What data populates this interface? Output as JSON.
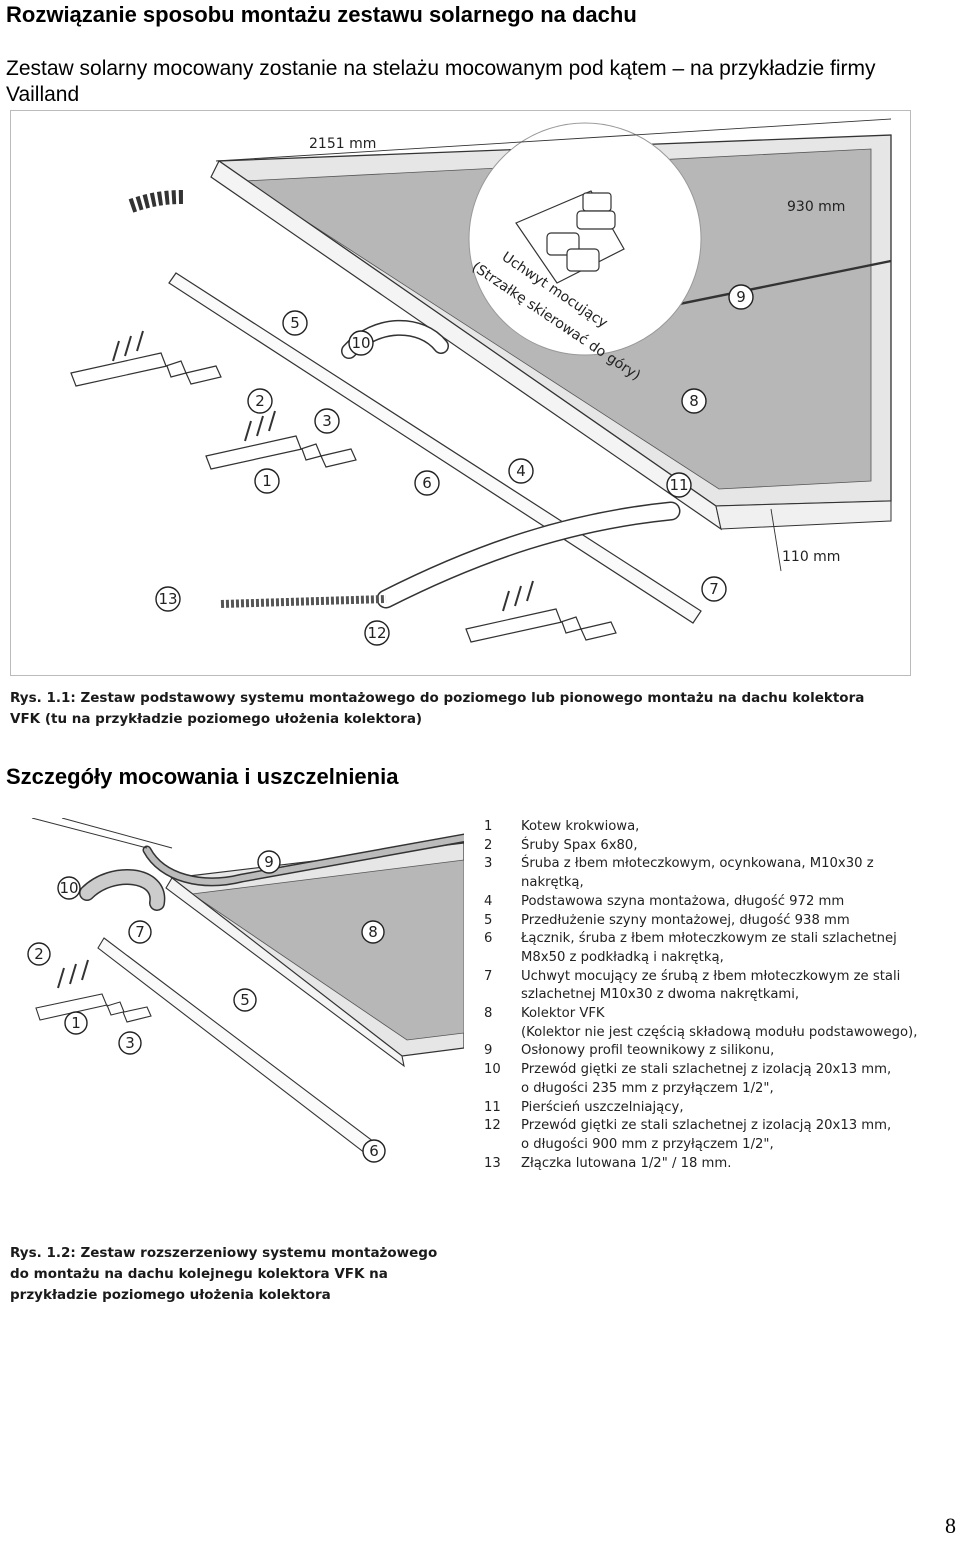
{
  "header": {
    "title": "Rozwiązanie sposobu montażu zestawu solarnego na dachu",
    "intro": "Zestaw solarny mocowany zostanie na stelażu mocowanym pod kątem – na przykładzie firmy Vailland"
  },
  "figure1": {
    "dimensions": {
      "length": "2151 mm",
      "width": "930 mm",
      "depth": "110 mm"
    },
    "detail_label_line1": "Uchwyt mocujący",
    "detail_label_line2": "(Strzałkę skierować do góry)",
    "callouts": [
      "1",
      "2",
      "3",
      "4",
      "5",
      "6",
      "7",
      "8",
      "9",
      "10",
      "11",
      "12",
      "13"
    ],
    "caption": "Rys. 1.1: Zestaw podstawowy systemu montażowego do poziomego lub pionowego montażu na dachu kolektora VFK (tu na przykładzie poziomego ułożenia kolektora)"
  },
  "section2": {
    "heading": "Szczegóły mocowania i uszczelnienia"
  },
  "figure2": {
    "callouts": [
      "1",
      "2",
      "3",
      "5",
      "6",
      "7",
      "8",
      "9",
      "10"
    ],
    "caption": "Rys. 1.2: Zestaw rozszerzeniowy systemu montażowego do montażu na dachu kolejnegu kolektora VFK na przykładzie poziomego ułożenia kolektora"
  },
  "legend": [
    {
      "num": "1",
      "text": "Kotew krokwiowa,"
    },
    {
      "num": "2",
      "text": "Śruby Spax 6x80,"
    },
    {
      "num": "3",
      "text": "Śruba z łbem młoteczkowym, ocynkowana, M10x30 z nakrętką,"
    },
    {
      "num": "4",
      "text": "Podstawowa szyna montażowa, długość 972 mm"
    },
    {
      "num": "5",
      "text": "Przedłużenie szyny montażowej, długość 938 mm"
    },
    {
      "num": "6",
      "text": "Łącznik, śruba z łbem młoteczkowym ze stali szlachetnej"
    },
    {
      "num": "",
      "text": "M8x50 z podkładką i nakrętką,"
    },
    {
      "num": "7",
      "text": "Uchwyt mocujący ze śrubą z łbem młoteczkowym ze stali"
    },
    {
      "num": "",
      "text": "szlachetnej M10x30 z dwoma nakrętkami,"
    },
    {
      "num": "8",
      "text": "Kolektor VFK"
    },
    {
      "num": "",
      "text": "(Kolektor nie jest częścią składową modułu podstawowego),"
    },
    {
      "num": "9",
      "text": "Osłonowy profil teownikowy z silikonu,"
    },
    {
      "num": "10",
      "text": "Przewód giętki ze stali szlachetnej z izolacją 20x13 mm,"
    },
    {
      "num": "",
      "text": "o długości 235 mm z przyłączem 1/2\","
    },
    {
      "num": "11",
      "text": "Pierścień uszczelniający,"
    },
    {
      "num": "12",
      "text": "Przewód giętki ze stali szlachetnej z izolacją 20x13 mm,"
    },
    {
      "num": "",
      "text": "o długości 900 mm z przyłączem 1/2\","
    },
    {
      "num": "13",
      "text": "Złączka lutowana 1/2\" / 18 mm."
    }
  ],
  "footer": {
    "page_number": "8"
  }
}
